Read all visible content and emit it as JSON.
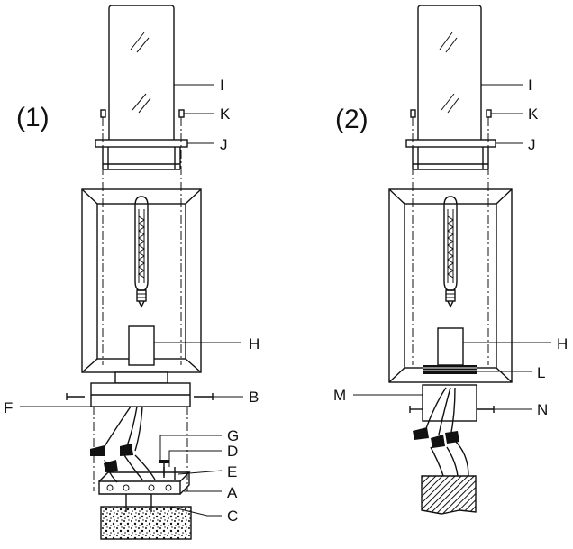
{
  "steps": [
    {
      "number": "(1)",
      "labels": {
        "I": "I",
        "K": "K",
        "J": "J",
        "H": "H",
        "F": "F",
        "B": "B",
        "G": "G",
        "D": "D",
        "E": "E",
        "A": "A",
        "C": "C"
      }
    },
    {
      "number": "(2)",
      "labels": {
        "I": "I",
        "K": "K",
        "J": "J",
        "H": "H",
        "L": "L",
        "M": "M",
        "N": "N"
      }
    }
  ]
}
